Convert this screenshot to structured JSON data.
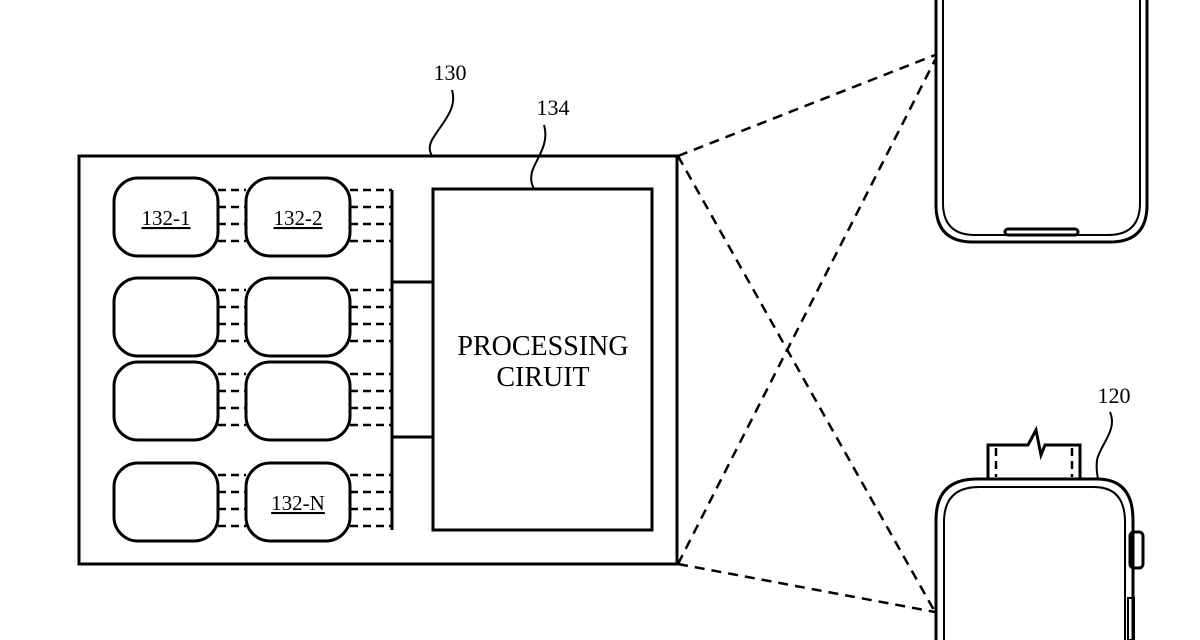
{
  "diagram": {
    "system": {
      "ref": "130",
      "modules": [
        {
          "ref": "132-1",
          "labeled": true
        },
        {
          "ref": "132-2",
          "labeled": true
        },
        {
          "ref": "",
          "labeled": false
        },
        {
          "ref": "",
          "labeled": false
        },
        {
          "ref": "",
          "labeled": false
        },
        {
          "ref": "",
          "labeled": false
        },
        {
          "ref": "",
          "labeled": false
        },
        {
          "ref": "132-N",
          "labeled": true
        }
      ],
      "processing": {
        "ref": "134",
        "line1": "PROCESSING",
        "line2": "CIRUIT"
      }
    },
    "devices": {
      "phone": {
        "name": "smartphone"
      },
      "watch": {
        "ref": "120",
        "name": "smartwatch"
      }
    }
  }
}
